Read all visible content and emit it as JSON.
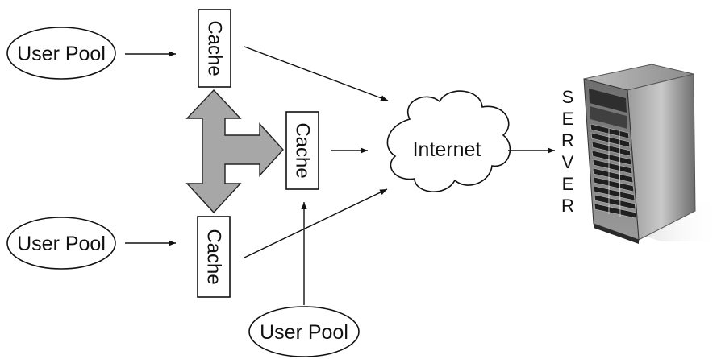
{
  "diagram": {
    "user_pools": [
      "User Pool",
      "User Pool",
      "User Pool"
    ],
    "caches": [
      "Cache",
      "Cache",
      "Cache"
    ],
    "internet_label": "Internet",
    "server_label": [
      "S",
      "E",
      "R",
      "V",
      "E",
      "R"
    ]
  },
  "colors": {
    "line": "#111111",
    "block_arrow_fill": "#a7a7a7",
    "server_body": "#8a8a8a",
    "server_dark": "#3a3a3a"
  }
}
